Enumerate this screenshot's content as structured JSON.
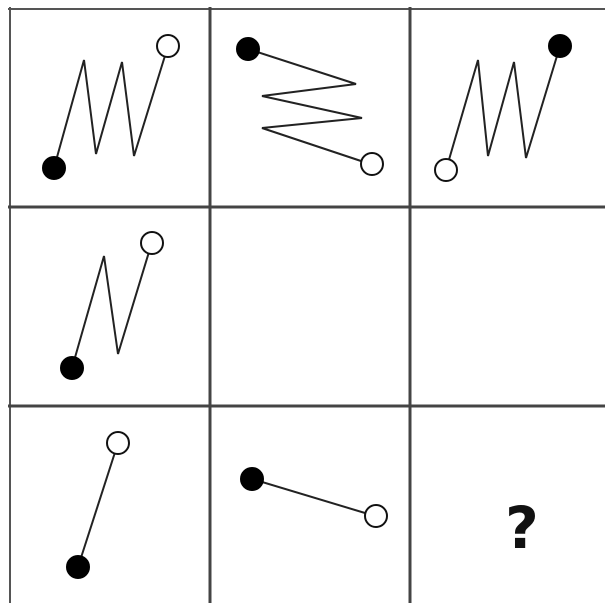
{
  "puzzle": {
    "rows": 3,
    "cols": 3,
    "missing_mark": "?",
    "cells": [
      {
        "row": 1,
        "col": 1,
        "figure": "spring",
        "zigzags": 3,
        "orientation": "vertical",
        "black_end": "bottom-left",
        "white_end": "top-right"
      },
      {
        "row": 1,
        "col": 2,
        "figure": "spring",
        "zigzags": 3,
        "orientation": "horizontal",
        "black_end": "top-left",
        "white_end": "bottom-right"
      },
      {
        "row": 1,
        "col": 3,
        "figure": "spring",
        "zigzags": 3,
        "orientation": "vertical",
        "black_end": "top-right",
        "white_end": "bottom-left"
      },
      {
        "row": 2,
        "col": 1,
        "figure": "spring",
        "zigzags": 1,
        "orientation": "vertical",
        "black_end": "bottom-left",
        "white_end": "top-right"
      },
      {
        "row": 2,
        "col": 2,
        "figure": "empty"
      },
      {
        "row": 2,
        "col": 3,
        "figure": "empty"
      },
      {
        "row": 3,
        "col": 1,
        "figure": "rod",
        "zigzags": 0,
        "orientation": "vertical",
        "black_end": "bottom-left",
        "white_end": "top-right"
      },
      {
        "row": 3,
        "col": 2,
        "figure": "rod",
        "zigzags": 0,
        "orientation": "horizontal",
        "black_end": "top-left",
        "white_end": "bottom-right"
      },
      {
        "row": 3,
        "col": 3,
        "figure": "question"
      }
    ]
  }
}
